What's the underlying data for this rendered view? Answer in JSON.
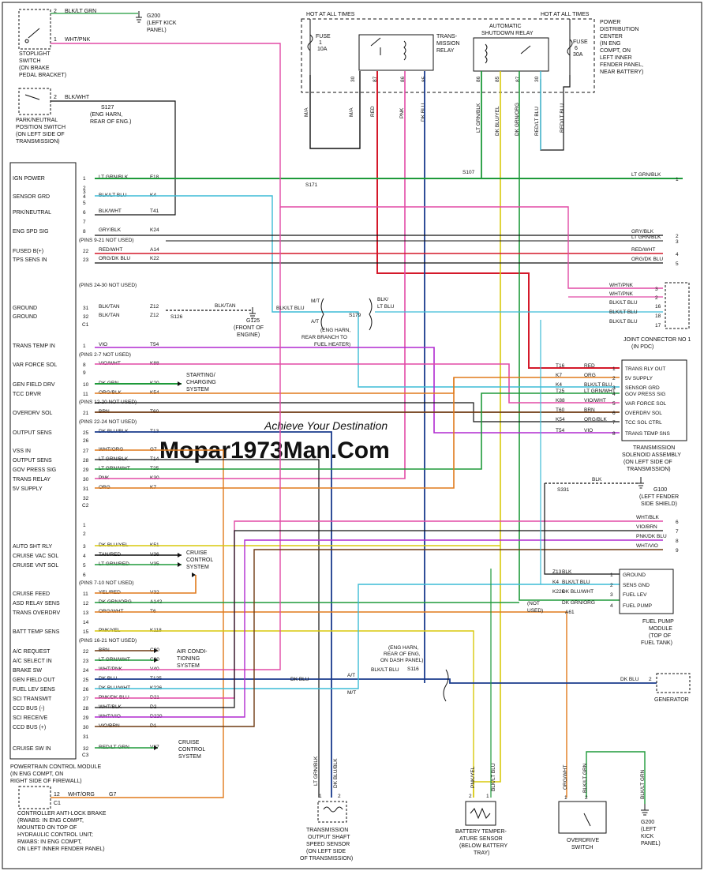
{
  "diagram": {
    "top": {
      "hot_left": "HOT AT ALL TIMES",
      "hot_right": "HOT AT ALL TIMES",
      "pdc": [
        "POWER",
        "DISTRIBUTION",
        "CENTER",
        "(IN ENG",
        "COMPT, ON",
        "LEFT INNER",
        "FENDER PANEL,",
        "NEAR BATTERY)"
      ],
      "fuse1": [
        "FUSE",
        "1",
        "10A"
      ],
      "fuse6": [
        "FUSE",
        "6",
        "30A"
      ],
      "trans_relay": [
        "TRANS-",
        "MISSION",
        "RELAY"
      ],
      "asd_relay": [
        "AUTOMATIC",
        "SHUTDOWN RELAY"
      ],
      "pins": [
        "30",
        "87",
        "86",
        "85",
        "86",
        "85",
        "87",
        "30"
      ],
      "vwires": [
        "M/A",
        "M/A",
        "RED",
        "PNK",
        "DK BLU",
        "LT GRN/BLK",
        "DK BLU/YEL",
        "DK GRN/ORG",
        "RED/LT BLU",
        "RED/LT BLU"
      ]
    },
    "stoplight": {
      "label": [
        "STOPLIGHT",
        "SWITCH",
        "(ON BRAKE",
        "PEDAL BRACKET)"
      ],
      "p2": "2",
      "w2": "BLK/LT GRN",
      "p1": "1",
      "w1": "WHT/PNK",
      "g200": [
        "G200",
        "(LEFT KICK",
        "PANEL)"
      ]
    },
    "park": {
      "label": [
        "PARK/NEUTRAL",
        "POSITION SWITCH",
        "(ON LEFT SIDE OF",
        "TRANSMISSION)"
      ],
      "p2": "2",
      "w2": "BLK/WHT",
      "s127": [
        "S127",
        "(ENG HARN,",
        "REAR OF ENG.)"
      ]
    },
    "pcm": {
      "label": [
        "POWERTRAIN CONTROL MODULE",
        "(IN ENG COMPT, ON",
        "RIGHT SIDE OF FIREWALL)"
      ],
      "c1_pins": [
        {
          "n": "1",
          "name": "IGN POWER",
          "wire": "LT GRN/BLK",
          "circuit": "F18"
        },
        {
          "n": "2",
          "name": "",
          "wire": "",
          "circuit": ""
        },
        {
          "n": "3",
          "name": "",
          "wire": "",
          "circuit": ""
        },
        {
          "n": "4",
          "name": "SENSOR GRD",
          "wire": "BLK/LT BLU",
          "circuit": "K4"
        },
        {
          "n": "5",
          "name": "",
          "wire": "",
          "circuit": ""
        },
        {
          "n": "6",
          "name": "PRK/NEUTRAL",
          "wire": "BLK/WHT",
          "circuit": "T41"
        },
        {
          "n": "7",
          "name": "",
          "wire": "",
          "circuit": ""
        },
        {
          "n": "8",
          "name": "ENG SPD SIG",
          "wire": "GRY/BLK",
          "circuit": "K24"
        },
        {
          "n": "",
          "name": "",
          "wire": "(PINS 9-21 NOT USED)",
          "circuit": ""
        },
        {
          "n": "22",
          "name": "FUSED B(+)",
          "wire": "RED/WHT",
          "circuit": "A14"
        },
        {
          "n": "23",
          "name": "TPS SENS IN",
          "wire": "ORG/DK BLU",
          "circuit": "K22"
        },
        {
          "n": "",
          "name": "",
          "wire": "(PINS 24-30 NOT USED)",
          "circuit": ""
        },
        {
          "n": "31",
          "name": "GROUND",
          "wire": "BLK/TAN",
          "circuit": "Z12"
        },
        {
          "n": "32",
          "name": "GROUND",
          "wire": "BLK/TAN",
          "circuit": "Z12"
        }
      ],
      "c2_pins": [
        {
          "n": "1",
          "name": "TRANS TEMP IN",
          "wire": "VIO",
          "circuit": "T54"
        },
        {
          "n": "",
          "name": "",
          "wire": "(PINS 2-7 NOT USED)",
          "circuit": ""
        },
        {
          "n": "8",
          "name": "VAR FORCE SOL",
          "wire": "VIO/WHT",
          "circuit": "K88"
        },
        {
          "n": "9",
          "name": "",
          "wire": "",
          "circuit": ""
        },
        {
          "n": "10",
          "name": "GEN FIELD DRV",
          "wire": "DK GRN",
          "circuit": "K20"
        },
        {
          "n": "11",
          "name": "TCC DRVR",
          "wire": "ORG/BLK",
          "circuit": "K54"
        },
        {
          "n": "",
          "name": "",
          "wire": "(PINS 12-20 NOT USED)",
          "circuit": ""
        },
        {
          "n": "21",
          "name": "OVERDRV SOL",
          "wire": "BRN",
          "circuit": "T60"
        },
        {
          "n": "",
          "name": "",
          "wire": "(PINS 22-24 NOT USED)",
          "circuit": ""
        },
        {
          "n": "25",
          "name": "OUTPUT SENS",
          "wire": "DK BLU/BLK",
          "circuit": "T13"
        },
        {
          "n": "26",
          "name": "",
          "wire": "",
          "circuit": ""
        },
        {
          "n": "27",
          "name": "VSS IN",
          "wire": "WHT/ORG",
          "circuit": "G7"
        },
        {
          "n": "28",
          "name": "OUTPUT SENS",
          "wire": "LT GRN/BLK",
          "circuit": "T14"
        },
        {
          "n": "29",
          "name": "GOV PRESS SIG",
          "wire": "LT GRN/WHT",
          "circuit": "T25"
        },
        {
          "n": "30",
          "name": "TRANS RELAY",
          "wire": "PNK",
          "circuit": "K30"
        },
        {
          "n": "31",
          "name": "5V SUPPLY",
          "wire": "ORG",
          "circuit": "K7"
        },
        {
          "n": "32",
          "name": "",
          "wire": "",
          "circuit": ""
        }
      ],
      "c3_pins": [
        {
          "n": "1",
          "name": "",
          "wire": "",
          "circuit": ""
        },
        {
          "n": "2",
          "name": "",
          "wire": "",
          "circuit": ""
        },
        {
          "n": "3",
          "name": "AUTO SHT RLY",
          "wire": "DK BLU/YEL",
          "circuit": "K51"
        },
        {
          "n": "4",
          "name": "CRUISE VAC SOL",
          "wire": "TAN/RED",
          "circuit": "V36"
        },
        {
          "n": "5",
          "name": "CRUISE VNT SOL",
          "wire": "LT GRN/RED",
          "circuit": "V35"
        },
        {
          "n": "6",
          "name": "",
          "wire": "",
          "circuit": ""
        },
        {
          "n": "",
          "name": "",
          "wire": "(PINS 7-10 NOT USED)",
          "circuit": ""
        },
        {
          "n": "11",
          "name": "CRUISE FEED",
          "wire": "YEL/RED",
          "circuit": "V32"
        },
        {
          "n": "12",
          "name": "ASD RELAY SENS",
          "wire": "DK GRN/ORG",
          "circuit": "A142"
        },
        {
          "n": "13",
          "name": "TRANS OVERDRV",
          "wire": "ORG/WHT",
          "circuit": "T6"
        },
        {
          "n": "14",
          "name": "",
          "wire": "",
          "circuit": ""
        },
        {
          "n": "15",
          "name": "BATT TEMP SENS",
          "wire": "PNK/YEL",
          "circuit": "K118"
        },
        {
          "n": "",
          "name": "",
          "wire": "(PINS 16-21 NOT USED)",
          "circuit": ""
        },
        {
          "n": "22",
          "name": "A/C REQUEST",
          "wire": "BRN",
          "circuit": "C20"
        },
        {
          "n": "23",
          "name": "A/C SELECT IN",
          "wire": "LT GRN/WHT",
          "circuit": "C90"
        },
        {
          "n": "24",
          "name": "BRAKE SW",
          "wire": "WHT/PNK",
          "circuit": "V40"
        },
        {
          "n": "25",
          "name": "GEN FIELD OUT",
          "wire": "DK BLU",
          "circuit": "T125"
        },
        {
          "n": "26",
          "name": "FUEL LEV SENS",
          "wire": "DK BLU/WHT",
          "circuit": "K226"
        },
        {
          "n": "27",
          "name": "SCI TRANSMIT",
          "wire": "PNK/DK BLU",
          "circuit": "D21"
        },
        {
          "n": "28",
          "name": "CCD BUS (-)",
          "wire": "WHT/BLK",
          "circuit": "D2"
        },
        {
          "n": "29",
          "name": "SCI RECEIVE",
          "wire": "WHT/VIO",
          "circuit": "D220"
        },
        {
          "n": "30",
          "name": "CCD BUS (+)",
          "wire": "VIO/BRN",
          "circuit": "D1"
        },
        {
          "n": "31",
          "name": "",
          "wire": "",
          "circuit": ""
        },
        {
          "n": "32",
          "name": "CRUISE SW IN",
          "wire": "RED/LT GRN",
          "circuit": "V37"
        }
      ],
      "connectors": [
        "C1",
        "C2",
        "C3"
      ]
    },
    "cruise_sys": [
      "CRUISE",
      "CONTROL",
      "SYSTEM"
    ],
    "ac_sys": [
      "AIR CONDI-",
      "TIONING",
      "SYSTEM"
    ],
    "charging": [
      "STARTING/",
      "CHARGING",
      "SYSTEM"
    ],
    "ground": {
      "g125": [
        "G125",
        "(FRONT OF",
        "ENGINE)"
      ],
      "s126": "S126",
      "blk_tan": "BLK/TAN",
      "s171": "S171",
      "s107": "S107",
      "s179": [
        "S179",
        "(ENG HARN,",
        "REAR BRANCH TO",
        "FUEL HEATER)"
      ],
      "ma_wire": [
        "M/T",
        "A/T"
      ],
      "blk_lt_blu": [
        "BLK/",
        "LT BLU",
        "BLK/LT BLU"
      ],
      "s331": "S331",
      "g100": [
        "G100",
        "(LEFT FENDER",
        "SIDE SHIELD)"
      ],
      "blk": "BLK",
      "s116": [
        "(ENG HARN,",
        "REAR OF ENG,",
        "ON DASH PANEL)",
        "S116"
      ]
    },
    "right_edge": [
      {
        "wire": "LT GRN/BLK",
        "n": "1"
      },
      {
        "wire": "GRY/BLK",
        "n": "2"
      },
      {
        "wire": "LT GRN/BLK",
        "n": "3"
      },
      {
        "wire": "RED/WHT",
        "n": "4"
      },
      {
        "wire": "ORG/DK BLU",
        "n": "5"
      }
    ],
    "jc1": {
      "label": [
        "JOINT CONNECTOR NO 1",
        "(IN PDC)"
      ],
      "rows": [
        {
          "wire": "WHT/PNK",
          "n": "3"
        },
        {
          "wire": "WHT/PNK",
          "n": "2"
        },
        {
          "wire": "BLK/LT BLU",
          "n": "16"
        },
        {
          "wire": "BLK/LT BLU",
          "n": "18"
        },
        {
          "wire": "BLK/LT BLU",
          "n": "17"
        }
      ]
    },
    "tsa": {
      "label": [
        "TRANSMISSION",
        "SOLENOID ASSEMBLY",
        "(ON LEFT SIDE OF",
        "TRANSMISSION)"
      ],
      "pins": [
        {
          "circuit": "T16",
          "wire": "RED",
          "n": "1",
          "name": "TRANS RLY OUT"
        },
        {
          "circuit": "K7",
          "wire": "ORG",
          "n": "2",
          "name": "5V SUPPLY"
        },
        {
          "circuit": "K4",
          "wire": "BLK/LT BLU",
          "n": "3",
          "name": "SENSOR GRD"
        },
        {
          "circuit": "T25",
          "wire": "LT GRN/WHT",
          "n": "4",
          "name": "GOV PRESS SIG"
        },
        {
          "circuit": "K88",
          "wire": "VIO/WHT",
          "n": "5",
          "name": "VAR FORCE SOL"
        },
        {
          "circuit": "T60",
          "wire": "BRN",
          "n": "6",
          "name": "OVERDRV SOL"
        },
        {
          "circuit": "K54",
          "wire": "ORG/BLK",
          "n": "7",
          "name": "TCC SOL CTRL"
        },
        {
          "circuit": "T54",
          "wire": "VIO",
          "n": "8",
          "name": "TRANS TEMP SNS"
        }
      ]
    },
    "right_edge2": [
      {
        "wire": "WHT/BLK",
        "n": "6"
      },
      {
        "wire": "VIO/BRN",
        "n": "7"
      },
      {
        "wire": "PNK/DK BLU",
        "n": "8"
      },
      {
        "wire": "WHT/VIO",
        "n": "9"
      }
    ],
    "fuel": {
      "label": [
        "FUEL PUMP",
        "MODULE",
        "(TOP OF",
        "FUEL TANK)"
      ],
      "pins": [
        {
          "circuit": "Z13",
          "wire": "BLK",
          "n": "1",
          "name": "GROUND"
        },
        {
          "circuit": "K4",
          "wire": "BLK/LT BLU",
          "n": "2",
          "name": "SENS GND"
        },
        {
          "circuit": "K226",
          "wire": "DK BLU/WHT",
          "n": "3",
          "name": "FUEL LEV"
        },
        {
          "circuit": "",
          "wire": "DK GRN/ORG",
          "n": "4",
          "name": "FUEL PUMP"
        }
      ],
      "notused": [
        "(NOT",
        "USED)"
      ],
      "a61": "A61"
    },
    "gen": {
      "wire": "DK BLU",
      "n": "2",
      "label": "GENERATOR",
      "left_wire": "DK BLU",
      "at": "A/T",
      "mt": "M/T"
    },
    "ctrl_abs": {
      "label": [
        "CONTROLLER ANTI-LOCK BRAKE",
        "(RWABS: IN ENG COMPT,",
        "MOUNTED ON TOP OF",
        "HYDRAULIC CONTROL UNIT;",
        "RWABS: IN ENG COMPT,",
        "ON LEFT INNER FENDER PANEL)"
      ],
      "n": "12",
      "wire": "WHT/ORG",
      "circuit": "G7",
      "conn": "C1"
    },
    "bottom": {
      "ossp": [
        "TRANSMISSION",
        "OUTPUT SHAFT",
        "SPEED SENSOR",
        "(ON LEFT SIDE",
        "OF TRANSMISSION)"
      ],
      "ossp_wires": [
        "LT GRN/BLK",
        "DK BLU/BLK"
      ],
      "ossp_pins": [
        "1",
        "2"
      ],
      "batt": [
        "BATTERY TEMPER-",
        "ATURE SENSOR",
        "(BELOW BATTERY",
        "TRAY)"
      ],
      "batt_wires": [
        "PNK/YEL",
        "BLK/LT BLU"
      ],
      "batt_pins": [
        "2",
        "1"
      ],
      "od": [
        "OVERDRIVE",
        "SWITCH"
      ],
      "od_wires": [
        "ORG/WHT",
        "BLK/LT GRN"
      ],
      "od_pins": [
        "1",
        "2"
      ],
      "g200b": [
        "G200",
        "(LEFT",
        "KICK",
        "PANEL)"
      ],
      "g200b_wire": "BLK/LT GRN"
    },
    "not_used": "(NOT USED)",
    "watermark": [
      "Achieve Your Destination",
      "Mopar1973Man.Com"
    ]
  },
  "colors": {
    "red": "#d4192a",
    "pnk": "#e24aa6",
    "dkblu": "#1a3b8c",
    "ltgrn": "#1e9a3a",
    "orange": "#e07a1c",
    "cyan": "#3cbcd6",
    "vio": "#b02ad0",
    "brn": "#6e3a12",
    "blk": "#111111",
    "yel": "#d8c90c",
    "gry": "#9a9a9a",
    "tan": "#c6a870"
  }
}
